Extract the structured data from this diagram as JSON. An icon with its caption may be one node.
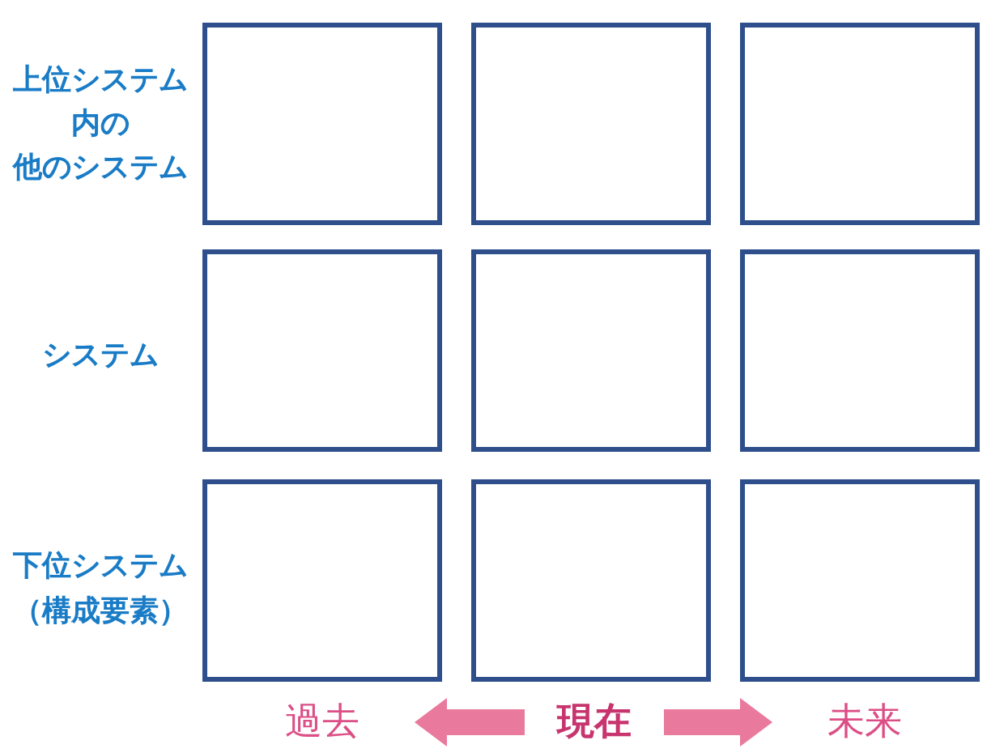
{
  "diagram": {
    "nodes": [
      {
        "text": [],
        "shape": "box"
      },
      {
        "text": [],
        "shape": "box"
      },
      {
        "text": [],
        "shape": "box"
      },
      {
        "text": [],
        "shape": "box"
      },
      {
        "text": [],
        "shape": "box"
      },
      {
        "text": [],
        "shape": "box"
      },
      {
        "text": [],
        "shape": "box"
      },
      {
        "text": [],
        "shape": "box"
      },
      {
        "text": [],
        "shape": "box"
      },
      {
        "text": [
          "過去"
        ]
      },
      {
        "text": [
          "現在"
        ]
      },
      {
        "text": [
          "未来"
        ]
      }
    ],
    "edges": [
      {
        "from": 10,
        "to": 9,
        "arrow": "to"
      },
      {
        "from": 10,
        "to": 11,
        "arrow": "to"
      }
    ],
    "labels": [
      "上位システム内の他のシステム",
      "システム",
      "下位システム（構成要素）"
    ]
  }
}
